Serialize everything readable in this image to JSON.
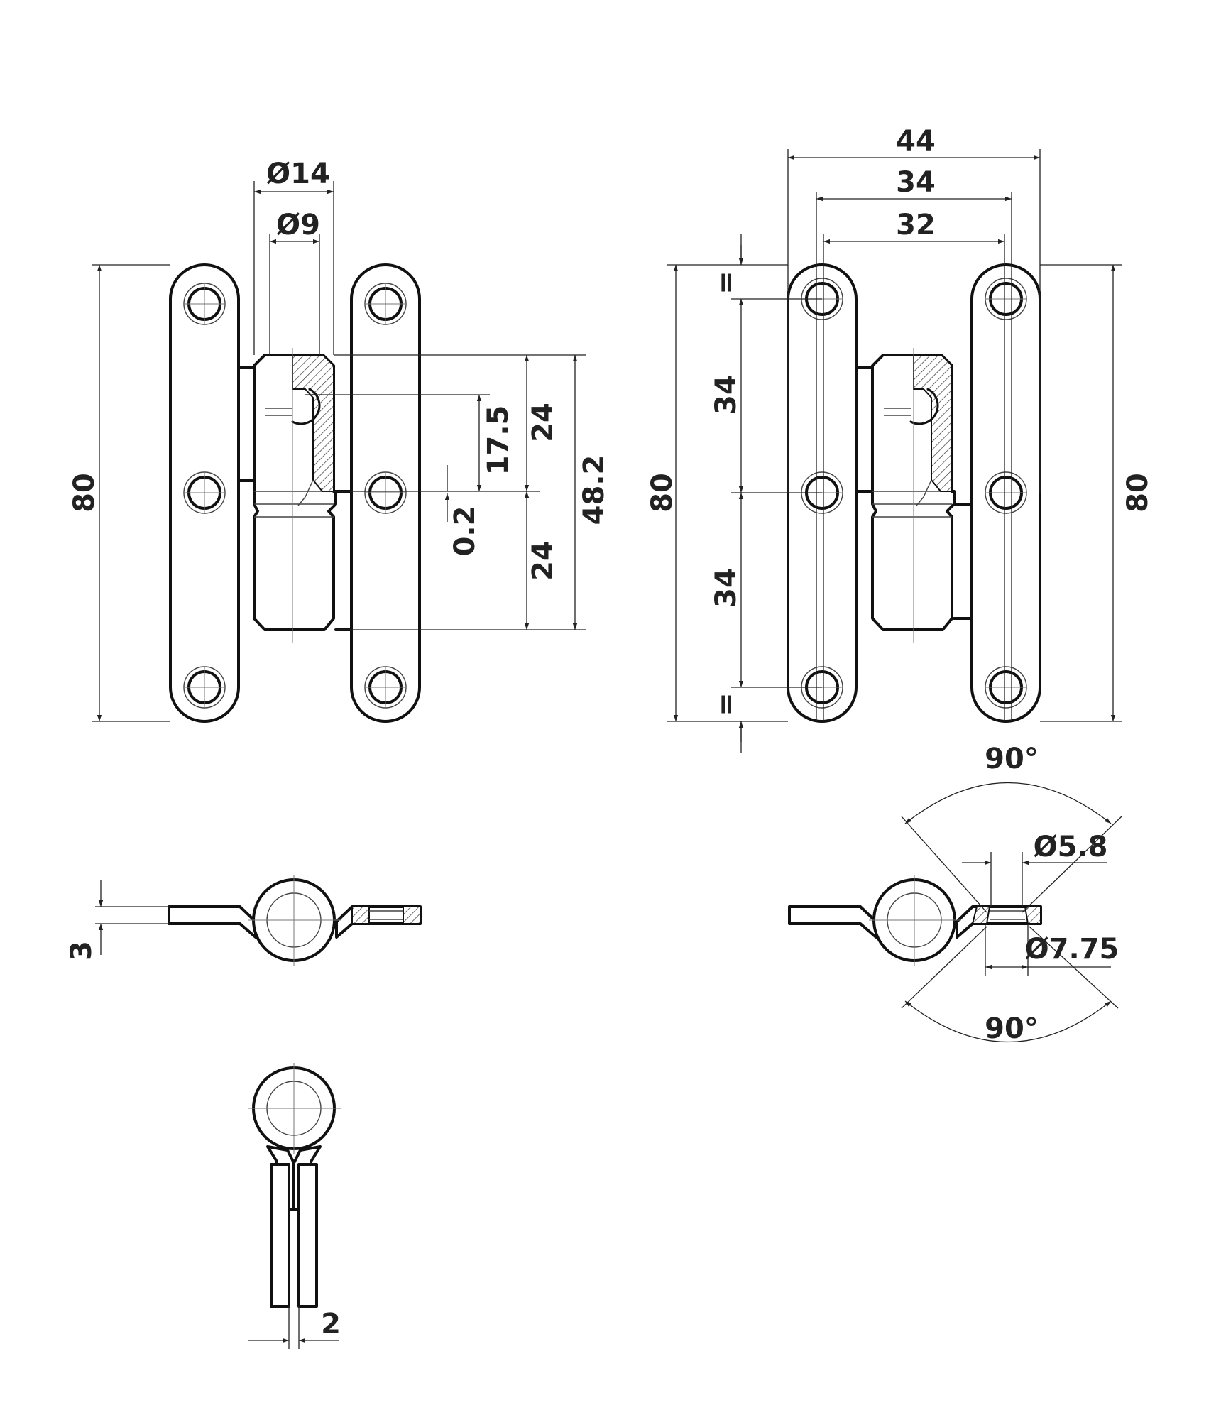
{
  "labels": {
    "dia_14": "Ø14",
    "dia_9": "Ø9",
    "height_80_left": "80",
    "len_17_5": "17.5",
    "gap_0_2": "0.2",
    "knuckle_24_upper": "24",
    "knuckle_24_lower": "24",
    "knuckle_48_2": "48.2",
    "width_44": "44",
    "width_34": "34",
    "width_32": "32",
    "height_80_mid": "80",
    "height_80_right": "80",
    "equal_top": "=",
    "equal_bottom": "=",
    "pitch_34_upper": "34",
    "pitch_34_lower": "34",
    "thickness_3": "3",
    "angle_90_top": "90°",
    "angle_90_bottom": "90°",
    "dia_5_8": "Ø5.8",
    "dia_7_75": "Ø7.75",
    "gap_2": "2"
  },
  "colors": {
    "line": "#111111",
    "dimension": "#222222",
    "background": "#ffffff"
  }
}
